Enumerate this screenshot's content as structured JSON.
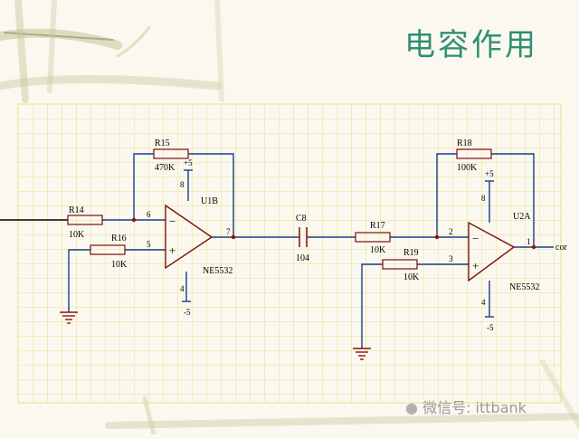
{
  "slide": {
    "title": "电容作用",
    "watermark": "微信号: ittbank",
    "colors": {
      "background": "#fbf8ef",
      "grid": "#e6e28a",
      "title": "#2f8f73",
      "wire": "#1a3c8c",
      "component": "#7a1010",
      "decoration": "#c9c39a"
    }
  },
  "schematic": {
    "opamps": [
      {
        "ref": "U1B",
        "part": "NE5532",
        "supply_pos": "+5",
        "supply_neg": "-5",
        "pin_inv": "6",
        "pin_noninv": "5",
        "pin_out": "7",
        "pin_vpos": "8",
        "pin_vneg": "4",
        "sign_inv": "−",
        "sign_noninv": "+"
      },
      {
        "ref": "U2A",
        "part": "NE5532",
        "supply_pos": "+5",
        "supply_neg": "-5",
        "pin_inv": "2",
        "pin_noninv": "3",
        "pin_out": "1",
        "pin_vpos": "8",
        "pin_vneg": "4",
        "sign_inv": "−",
        "sign_noninv": "+"
      }
    ],
    "resistors": [
      {
        "ref": "R14",
        "value": "10K"
      },
      {
        "ref": "R15",
        "value": "470K"
      },
      {
        "ref": "R16",
        "value": "10K"
      },
      {
        "ref": "R17",
        "value": "10K"
      },
      {
        "ref": "R18",
        "value": "100K"
      },
      {
        "ref": "R19",
        "value": "10K"
      }
    ],
    "capacitors": [
      {
        "ref": "C8",
        "value": "104"
      }
    ],
    "output_label": "cor"
  }
}
